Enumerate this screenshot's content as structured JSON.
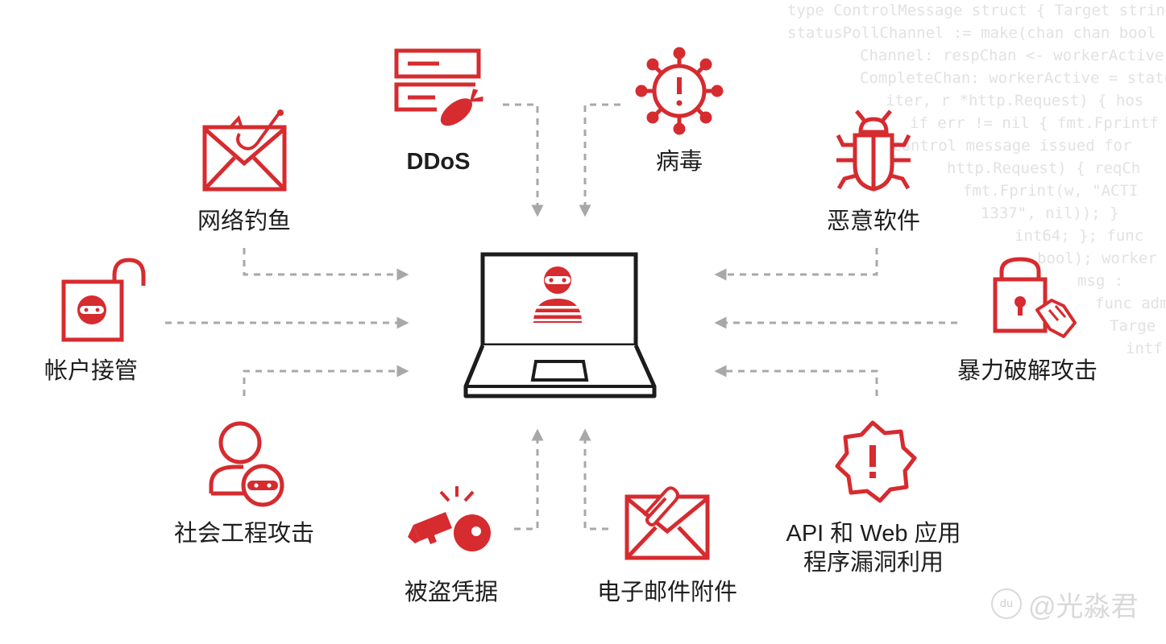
{
  "labels": {
    "ddos": "DDoS",
    "virus": "病毒",
    "phishing": "网络钓鱼",
    "malware": "恶意软件",
    "account_takeover": "帐户接管",
    "brute_force": "暴力破解攻击",
    "social_engineering": "社会工程攻击",
    "stolen_credentials": "被盗凭据",
    "email_attachment": "电子邮件附件",
    "api_web_line1": "API 和 Web 应用",
    "api_web_line2": "程序漏洞利用"
  },
  "watermark": {
    "text": "@光淼君",
    "mark": "du"
  },
  "code_background": [
    "type ControlMessage struct { Target string;",
    "statusPollChannel := make(chan chan bool",
    "Channel: respChan <- workerActive; c",
    "CompleteChan: workerActive = statu",
    "iter, r *http.Request) { hos",
    "if err != nil { fmt.Fprintf",
    "control message issued for",
    "http.Request) { reqCh",
    "fmt.Fprint(w, \"ACTI",
    "1337\", nil)); }",
    "int64; }; func",
    "bool); worker",
    "msg :",
    "func adm",
    "Targe",
    "intf"
  ],
  "colors": {
    "accent": "#d62b2f",
    "ink": "#1c1c1c",
    "arrow": "#a8a8a8"
  }
}
